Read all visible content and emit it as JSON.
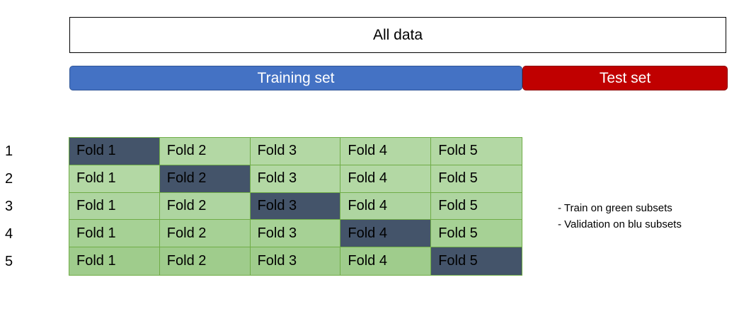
{
  "all_data_label": "All data",
  "training_set_label": "Training set",
  "test_set_label": "Test set",
  "row_numbers": [
    "1",
    "2",
    "3",
    "4",
    "5"
  ],
  "folds": [
    [
      "Fold 1",
      "Fold 2",
      "Fold 3",
      "Fold 4",
      "Fold 5"
    ],
    [
      "Fold 1",
      "Fold 2",
      "Fold 3",
      "Fold 4",
      "Fold 5"
    ],
    [
      "Fold 1",
      "Fold 2",
      "Fold 3",
      "Fold 4",
      "Fold 5"
    ],
    [
      "Fold 1",
      "Fold 2",
      "Fold 3",
      "Fold 4",
      "Fold 5"
    ],
    [
      "Fold 1",
      "Fold 2",
      "Fold 3",
      "Fold 4",
      "Fold 5"
    ]
  ],
  "validation_fold_per_row": [
    1,
    2,
    3,
    4,
    5
  ],
  "notes": [
    "- Train on green subsets",
    "- Validation on blu subsets"
  ],
  "colors": {
    "training": "#4472c4",
    "test": "#c00000",
    "train_fold": "#b3d8a4",
    "validation_fold": "#44546a"
  }
}
